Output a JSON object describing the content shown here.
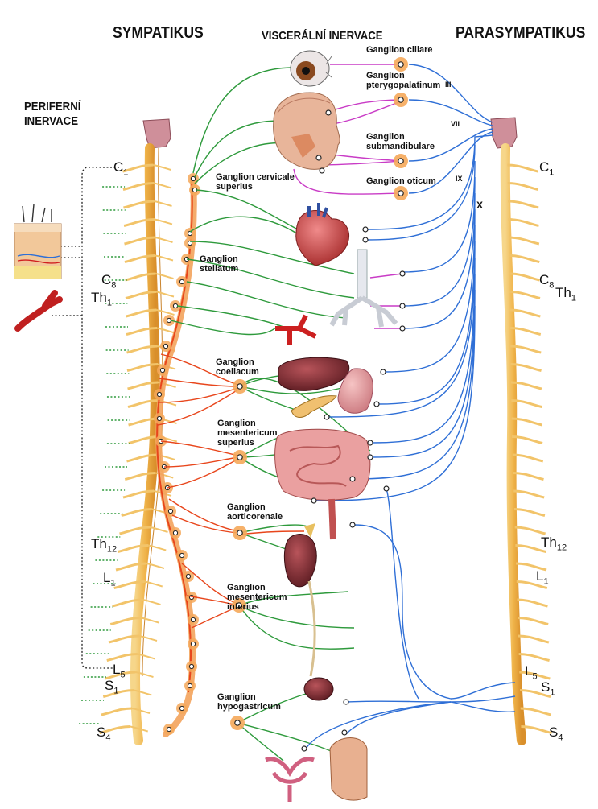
{
  "headers": {
    "sympathetic": "SYMPATIKUS",
    "visceral": "VISCERÁLNÍ INERVACE",
    "parasympathetic": "PARASYMPATIKUS",
    "peripheral": "PERIFERNÍ\nINERVACE"
  },
  "ganglia": {
    "ciliare": "Ganglion ciliare",
    "pterygopalatinum": "Ganglion\npterygopalatinum",
    "submandibulare": "Ganglion\nsubmandibulare",
    "oticum": "Ganglion oticum",
    "cervicale": "Ganglion cervicale\nsuperius",
    "stellatum": "Ganglion\nstellatum",
    "coeliacum": "Ganglion\ncoeliacum",
    "mesentericum_superius": "Ganglion\nmesentericum\nsuperius",
    "aorticorenale": "Ganglion\naorticorenale",
    "mesentericum_inferius": "Ganglion\nmesentericum\ninferius",
    "hypogastricum": "Ganglion\nhypogastricum"
  },
  "cranial_nerves": {
    "III": "III",
    "VII": "VII",
    "IX": "IX",
    "X": "X"
  },
  "segments_left": {
    "C1": {
      "main": "C",
      "sub": "1"
    },
    "C8": {
      "main": "C",
      "sub": "8"
    },
    "Th1": {
      "main": "Th",
      "sub": "1"
    },
    "Th12": {
      "main": "Th",
      "sub": "12"
    },
    "L1": {
      "main": "L",
      "sub": "1"
    },
    "L5": {
      "main": "L",
      "sub": "5"
    },
    "S1": {
      "main": "S",
      "sub": "1"
    },
    "S4": {
      "main": "S",
      "sub": "4"
    }
  },
  "segments_right": {
    "C1": {
      "main": "C",
      "sub": "1"
    },
    "C8": {
      "main": "C",
      "sub": "8"
    },
    "Th1": {
      "main": "Th",
      "sub": "1"
    },
    "Th12": {
      "main": "Th",
      "sub": "12"
    },
    "L1": {
      "main": "L",
      "sub": "1"
    },
    "L5": {
      "main": "L",
      "sub": "5"
    },
    "S1": {
      "main": "S",
      "sub": "1"
    },
    "S4": {
      "main": "S",
      "sub": "4"
    }
  },
  "colors": {
    "sympathetic_pre": "#e8461c",
    "postganglionic": "#2e9a3c",
    "parasympathetic": "#2f6fd6",
    "cranial_para": "#c93cc6",
    "spinal_cord": "#f2c46a",
    "ganglion": "#f5a85a",
    "peripheral_dotted": "#2e9a3c"
  }
}
